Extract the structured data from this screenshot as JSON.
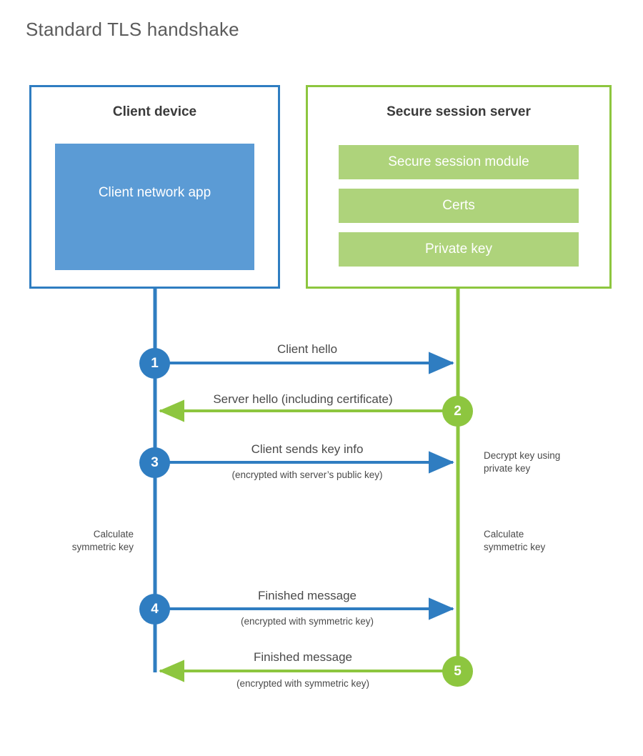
{
  "title": "Standard TLS handshake",
  "colors": {
    "client_blue": "#2f7dc1",
    "client_app_fill": "#5b9bd5",
    "server_green": "#8dc63f",
    "server_module_fill": "#aed37b",
    "title_gray": "#5b5b5b",
    "text_gray": "#4a4a4a",
    "background": "#ffffff"
  },
  "client": {
    "title": "Client device",
    "app_label": "Client network app"
  },
  "server": {
    "title": "Secure session server",
    "modules": [
      {
        "label": "Secure session module"
      },
      {
        "label": "Certs"
      },
      {
        "label": "Private key"
      }
    ]
  },
  "steps": [
    {
      "number": "1",
      "side": "client",
      "direction": "client-to-server",
      "primary": "Client hello",
      "secondary": ""
    },
    {
      "number": "2",
      "side": "server",
      "direction": "server-to-client",
      "primary": "Server hello (including certificate)",
      "secondary": ""
    },
    {
      "number": "3",
      "side": "client",
      "direction": "client-to-server",
      "primary": "Client sends key info",
      "secondary": "(encrypted with server’s public key)"
    },
    {
      "number": "4",
      "side": "client",
      "direction": "client-to-server",
      "primary": "Finished message",
      "secondary": "(encrypted with symmetric key)"
    },
    {
      "number": "5",
      "side": "server",
      "direction": "server-to-client",
      "primary": "Finished message",
      "secondary": "(encrypted with symmetric key)"
    }
  ],
  "notes": {
    "server_decrypt": "Decrypt key using private key",
    "server_decrypt_line1": "Decrypt key using",
    "server_decrypt_line2": "private key",
    "client_calculate_line1": "Calculate",
    "client_calculate_line2": "symmetric key",
    "server_calculate_line1": "Calculate",
    "server_calculate_line2": "symmetric key"
  }
}
